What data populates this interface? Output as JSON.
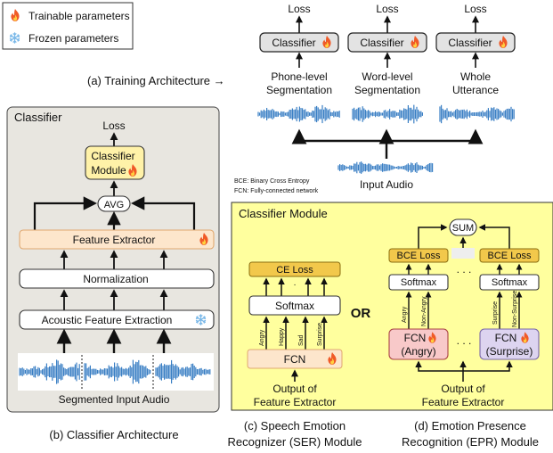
{
  "legend": {
    "trainable": "Trainable parameters",
    "frozen": "Frozen parameters"
  },
  "training": {
    "columns": [
      {
        "loss": "Loss",
        "classifier": "Classifier",
        "seg1": "Phone-level",
        "seg2": "Segmentation"
      },
      {
        "loss": "Loss",
        "classifier": "Classifier",
        "seg1": "Word-level",
        "seg2": "Segmentation"
      },
      {
        "loss": "Loss",
        "classifier": "Classifier",
        "seg1": "Whole",
        "seg2": "Utterance"
      }
    ],
    "caption": "(a) Training Architecture →",
    "input_audio": "Input Audio"
  },
  "notes": {
    "bce": "BCE: Binary Cross Entropy",
    "fcn": "FCN: Fully-connected network"
  },
  "classifier_arch": {
    "title": "Classifier",
    "loss": "Loss",
    "module_line1": "Classifier",
    "module_line2": "Module",
    "avg": "AVG",
    "feature_extractor": "Feature Extractor",
    "normalization": "Normalization",
    "acoustic": "Acoustic Feature Extraction",
    "segmented": "Segmented Input Audio",
    "caption": "(b) Classifier Architecture"
  },
  "classifier_module": {
    "title": "Classifier Module",
    "ser": {
      "ce_loss": "CE Loss",
      "softmax": "Softmax",
      "labels": [
        "Angry",
        "Happy",
        "Sad",
        "Surprise"
      ],
      "fcn": "FCN",
      "output1": "Output of",
      "output2": "Feature Extractor"
    },
    "or": "OR",
    "epr": {
      "sum": "SUM",
      "bce_loss": "BCE Loss",
      "softmax": "Softmax",
      "left_labels": [
        "Angry",
        "Non-Angry"
      ],
      "right_labels": [
        "Surprise",
        "Non-Surprise"
      ],
      "fcn_left1": "FCN",
      "fcn_left2": "(Angry)",
      "fcn_right1": "FCN",
      "fcn_right2": "(Surprise)",
      "dots": ". . .",
      "output1": "Output of",
      "output2": "Feature Extractor"
    }
  },
  "captions": {
    "c1": "(c) Speech Emotion",
    "c2": "Recognizer (SER) Module",
    "d1": "(d) Emotion Presence",
    "d2": "Recognition (EPR) Module"
  },
  "colors": {
    "flame": "#f05a28",
    "snow": "#7ab8e8",
    "gray_panel": "#e8e6e0",
    "yellow_panel": "#ffff9e",
    "peach": "#fde6cc",
    "gold": "#f2c84b",
    "wave": "#3a7fc4"
  }
}
